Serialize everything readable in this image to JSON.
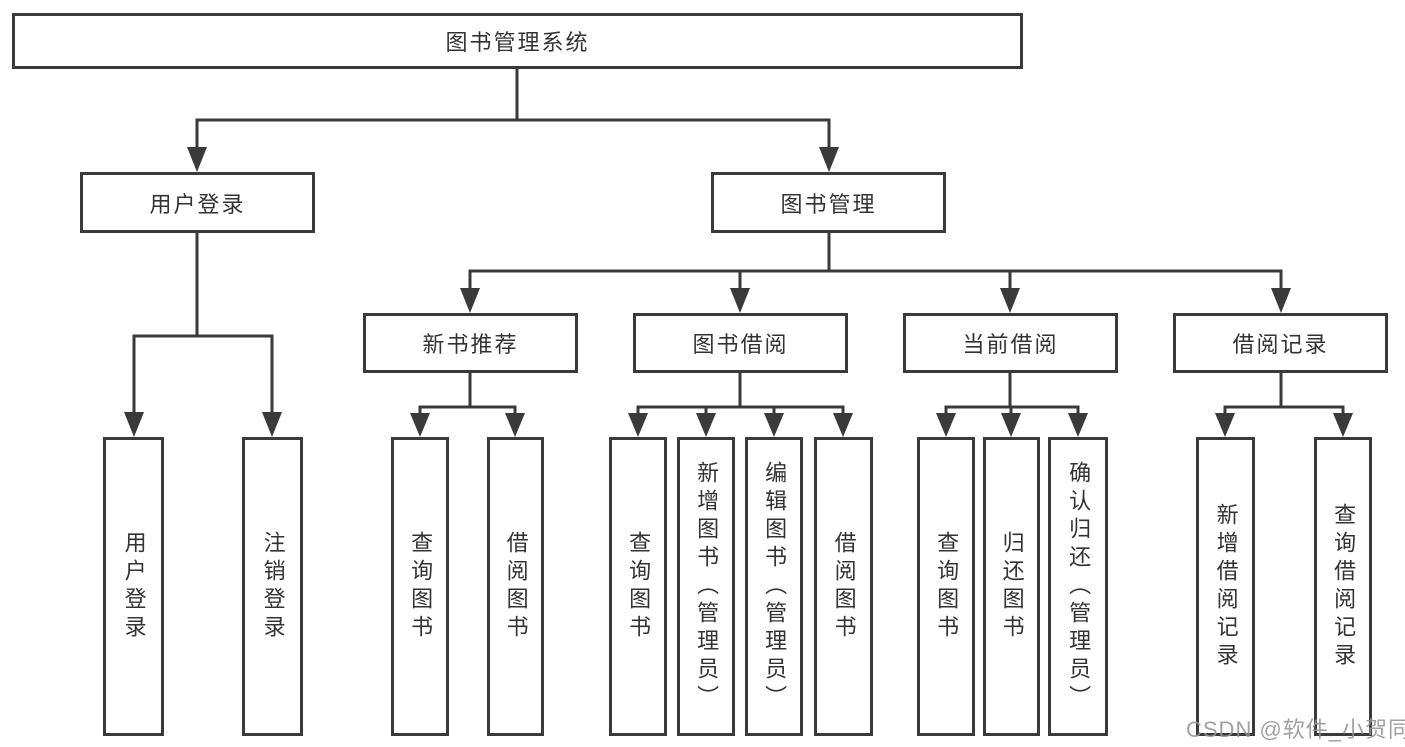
{
  "diagram": {
    "type": "tree",
    "colors": {
      "line": "#3a3a3a",
      "box_border": "#3a3a3a",
      "text": "#333333",
      "watermark": "#949494",
      "background": "#ffffff"
    },
    "root": {
      "label": "图书管理系统"
    },
    "level2": [
      {
        "label": "用户登录"
      },
      {
        "label": "图书管理"
      }
    ],
    "level3": [
      {
        "label": "新书推荐"
      },
      {
        "label": "图书借阅"
      },
      {
        "label": "当前借阅"
      },
      {
        "label": "借阅记录"
      }
    ],
    "leaves": {
      "user_login": [
        {
          "label": "用户登录"
        },
        {
          "label": "注销登录"
        }
      ],
      "new_books": [
        {
          "label": "查询图书"
        },
        {
          "label": "借阅图书"
        }
      ],
      "book_borrow": [
        {
          "label": "查询图书"
        },
        {
          "label": "新增图书（管理员）"
        },
        {
          "label": "编辑图书（管理员）"
        },
        {
          "label": "借阅图书"
        }
      ],
      "current_borrow": [
        {
          "label": "查询图书"
        },
        {
          "label": "归还图书"
        },
        {
          "label": "确认归还（管理员）"
        }
      ],
      "borrow_records": [
        {
          "label": "新增借阅记录"
        },
        {
          "label": "查询借阅记录"
        }
      ]
    },
    "watermark": {
      "text": "CSDN @软件_小贺同学"
    }
  }
}
